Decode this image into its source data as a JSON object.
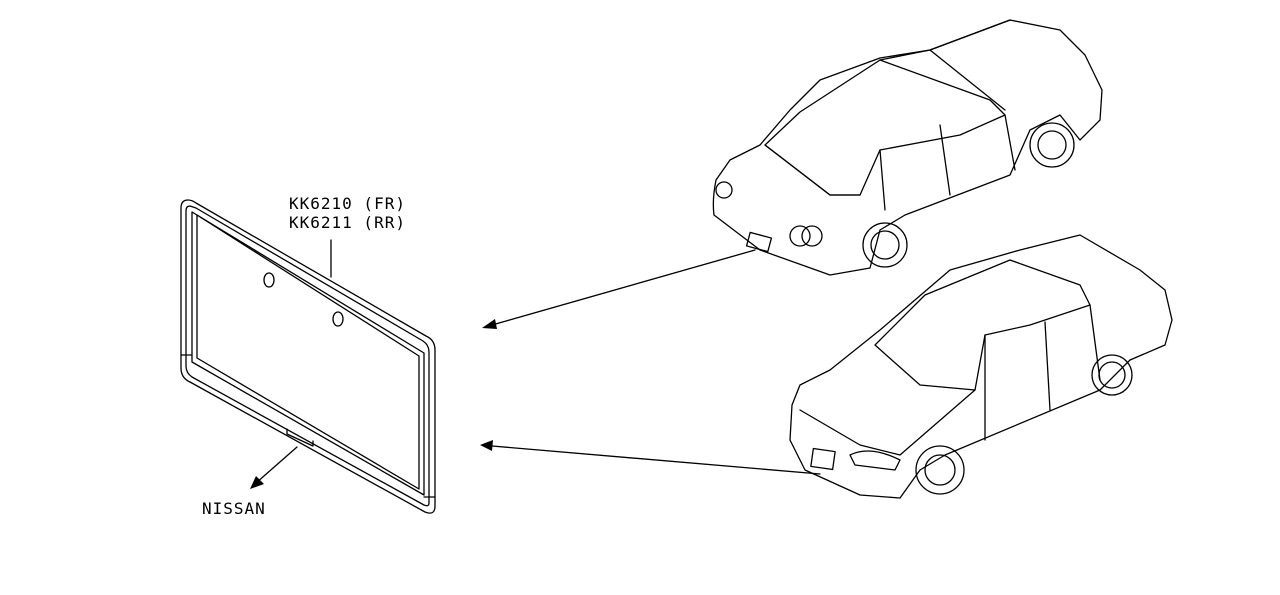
{
  "callouts": {
    "part_front": "KK6210 (FR)",
    "part_rear": "KK6211 (RR)",
    "brand_label": "NISSAN"
  },
  "icons": [
    "license-plate-frame",
    "car-rear-view",
    "car-front-view",
    "pointer-arrow"
  ]
}
